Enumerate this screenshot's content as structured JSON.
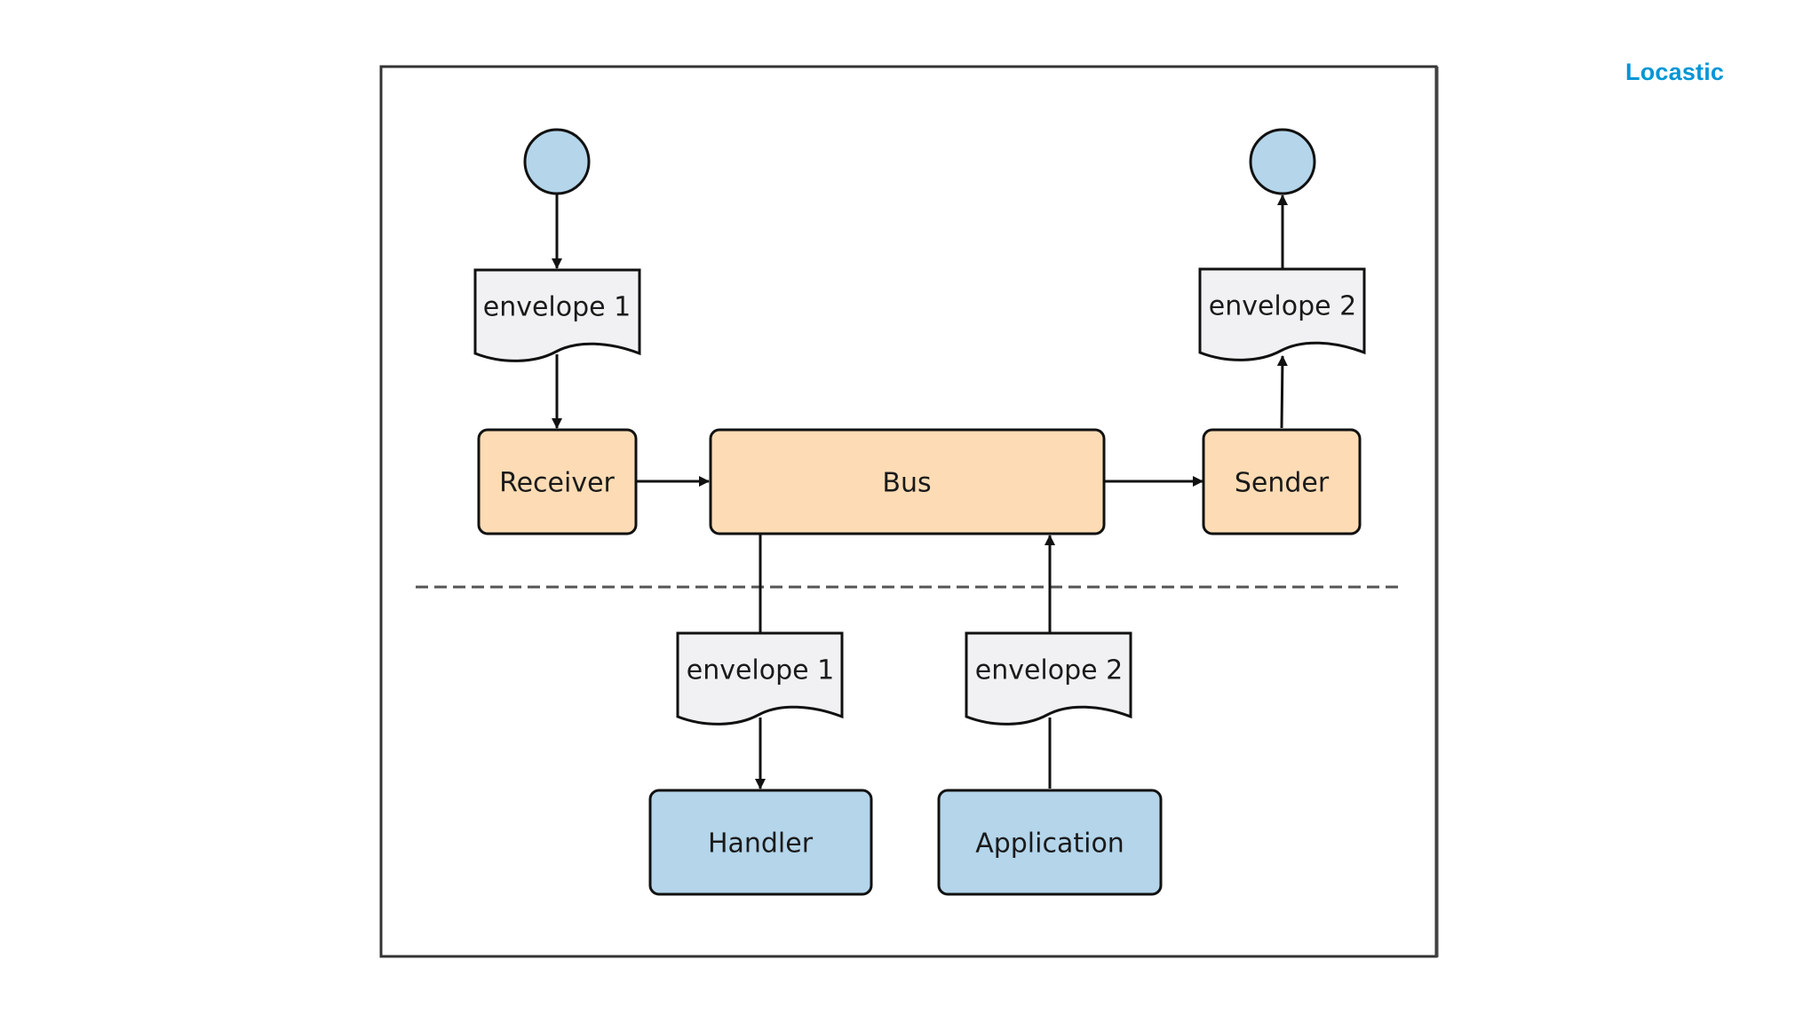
{
  "brand": {
    "name": "Locastic",
    "color": "#0096d6"
  },
  "diagram": {
    "nodes": {
      "receiver": "Receiver",
      "bus": "Bus",
      "sender": "Sender",
      "handler": "Handler",
      "application": "Application"
    },
    "documents": {
      "envelope_in_top": "envelope 1",
      "envelope_out_top": "envelope 2",
      "envelope_to_handler": "envelope 1",
      "envelope_from_application": "envelope 2"
    },
    "colors": {
      "infrastructure_fill": "#fddcb5",
      "application_fill": "#b4d5ea",
      "terminal_fill": "#b4d5ea",
      "document_fill": "#f1f1f4",
      "stroke": "#111111"
    }
  }
}
